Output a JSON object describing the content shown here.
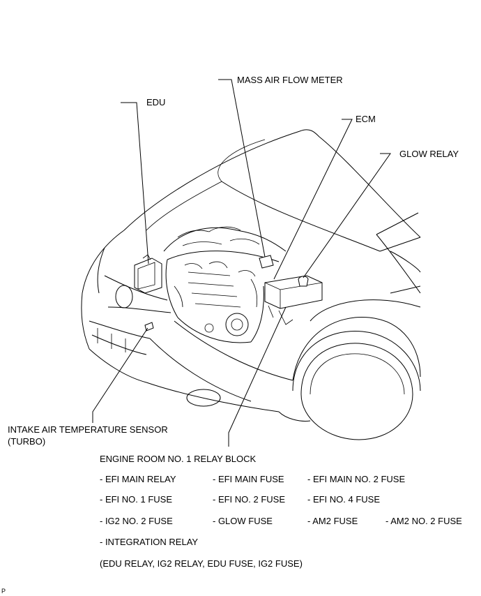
{
  "labels": {
    "edu": "EDU",
    "maf": "MASS AIR FLOW METER",
    "ecm": "ECM",
    "glow_relay": "GLOW RELAY",
    "iat_line1": "INTAKE AIR TEMPERATURE SENSOR",
    "iat_line2": "(TURBO)",
    "relay_block": "ENGINE ROOM NO. 1 RELAY BLOCK"
  },
  "relay_block_items": {
    "row1": [
      "- EFI MAIN RELAY",
      "- EFI MAIN FUSE",
      "- EFI MAIN NO. 2 FUSE"
    ],
    "row2": [
      "- EFI NO. 1 FUSE",
      "- EFI NO. 2 FUSE",
      "- EFI NO. 4 FUSE"
    ],
    "row3": [
      "- IG2 NO. 2 FUSE",
      "- GLOW FUSE",
      "- AM2 FUSE",
      "- AM2 NO. 2 FUSE"
    ],
    "row4": [
      "- INTEGRATION RELAY"
    ],
    "row5": [
      "(EDU RELAY, IG2 RELAY, EDU FUSE, IG2 FUSE)"
    ]
  },
  "corner_mark": "P"
}
